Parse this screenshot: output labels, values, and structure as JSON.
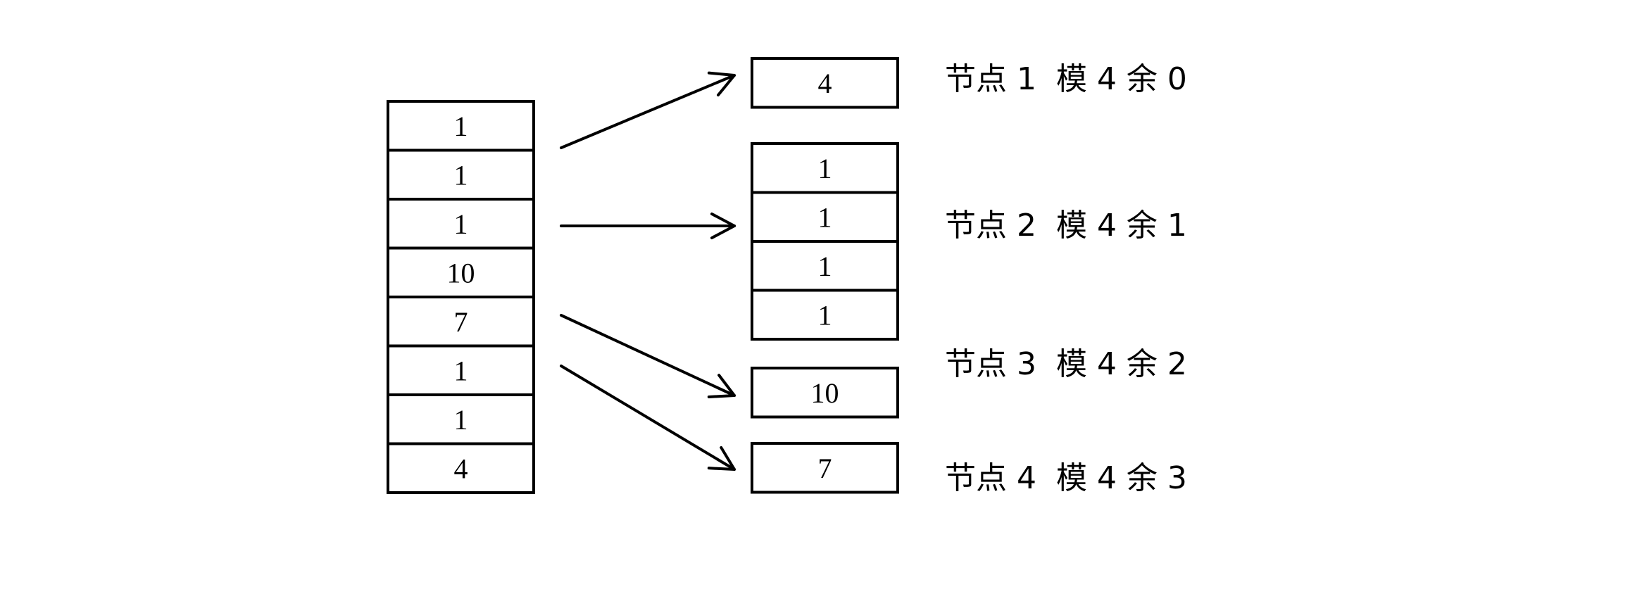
{
  "input_column": {
    "values": [
      "1",
      "1",
      "1",
      "10",
      "7",
      "1",
      "1",
      "4"
    ]
  },
  "buckets": [
    {
      "values": [
        "4"
      ],
      "label": "节点 1  模 4 余 0"
    },
    {
      "values": [
        "1",
        "1",
        "1",
        "1"
      ],
      "label": "节点 2  模 4 余 1"
    },
    {
      "values": [
        "10"
      ],
      "label": "节点 3  模 4 余 2"
    },
    {
      "values": [
        "7"
      ],
      "label": "节点 4  模 4 余 3"
    }
  ]
}
